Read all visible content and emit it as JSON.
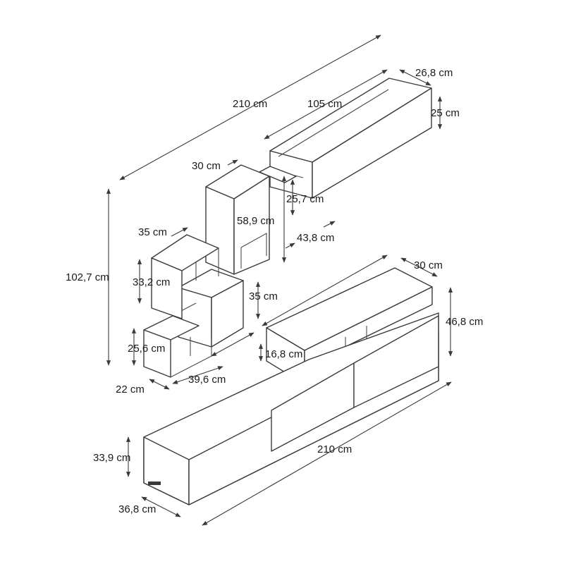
{
  "dimensions": {
    "top_width": "210 cm",
    "shelf_width": "105 cm",
    "shelf_depth": "26,8 cm",
    "shelf_height": "25 cm",
    "cube_width": "30 cm",
    "cube_gap": "25,7 cm",
    "cube_height": "58,9 cm",
    "cube_offset": "43,8 cm",
    "small_cube_width": "35 cm",
    "total_height": "102,7 cm",
    "small_cube_height": "33,2 cm",
    "mid_height": "35 cm",
    "bottom_shelf_height": "25,6 cm",
    "bottom_depth": "22 cm",
    "bottom_width": "39,6 cm",
    "tv_top_depth": "30 cm",
    "tv_top_height": "46,8 cm",
    "tv_inner_height": "16,8 cm",
    "base_width": "210 cm",
    "base_height": "33,9 cm",
    "base_depth": "36,8 cm"
  }
}
